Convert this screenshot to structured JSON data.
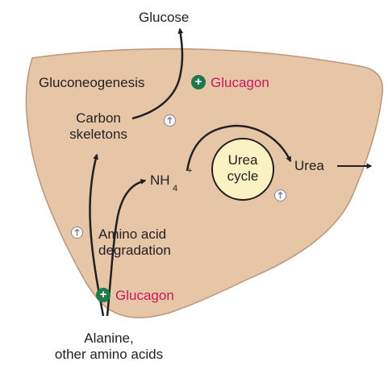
{
  "labels": {
    "glucose": "Glucose",
    "gluconeogenesis": "Gluconeogenesis",
    "glucagon_top": "Glucagon",
    "carbon_skeletons_1": "Carbon",
    "carbon_skeletons_2": "skeletons",
    "nh4_base": "NH",
    "nh4_sub": "4",
    "nh4_sup": "+",
    "urea_cycle_1": "Urea",
    "urea_cycle_2": "cycle",
    "urea": "Urea",
    "amino_acid_degradation_1": "Amino acid",
    "amino_acid_degradation_2": "degradation",
    "glucagon_bottom": "Glucagon",
    "alanine_1": "Alanine,",
    "alanine_2": "other amino acids"
  },
  "badges": {
    "plus_symbol": "+"
  },
  "colors": {
    "liver_fill": "#e7c6a8",
    "liver_stroke": "#b9957a",
    "urea_cycle_fill": "#fbf2c4",
    "glucagon_text": "#c8185a",
    "plus_badge": "#1e7a4c",
    "up_arrow": "#8b7f96",
    "arrow": "#231f20"
  },
  "icons": {
    "liver_shape": "liver-outline",
    "stimulation_badge": "plus-circle-icon",
    "increase_badge": "up-arrow-circle-icon"
  }
}
